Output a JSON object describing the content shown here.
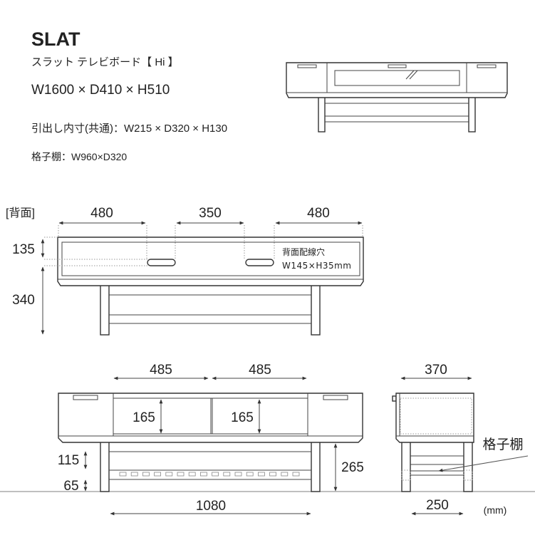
{
  "product": {
    "name": "SLAT",
    "subtitle": "スラット テレビボード【 Hi 】",
    "size": "W1600 × D410 × H510",
    "drawer_inner": "引出し内寸(共通)：W215 × D320 × H130",
    "lattice_shelf": "格子棚：W960×D320"
  },
  "back_view": {
    "label": "[背面]",
    "dims": [
      "480",
      "350",
      "480"
    ],
    "height_top": "135",
    "height_bottom": "340",
    "hole_note_1": "背面配線穴",
    "hole_note_2": "W145×H35mm"
  },
  "front_view": {
    "dims_top": [
      "485",
      "485"
    ],
    "opening_heights": [
      "165",
      "165"
    ],
    "shelf_gap": "115",
    "floor_gap": "65",
    "under_height": "265",
    "leg_span": "1080"
  },
  "side_view": {
    "depth": "370",
    "leg_span": "250",
    "shelf_label": "格子棚",
    "unit": "(mm)"
  }
}
